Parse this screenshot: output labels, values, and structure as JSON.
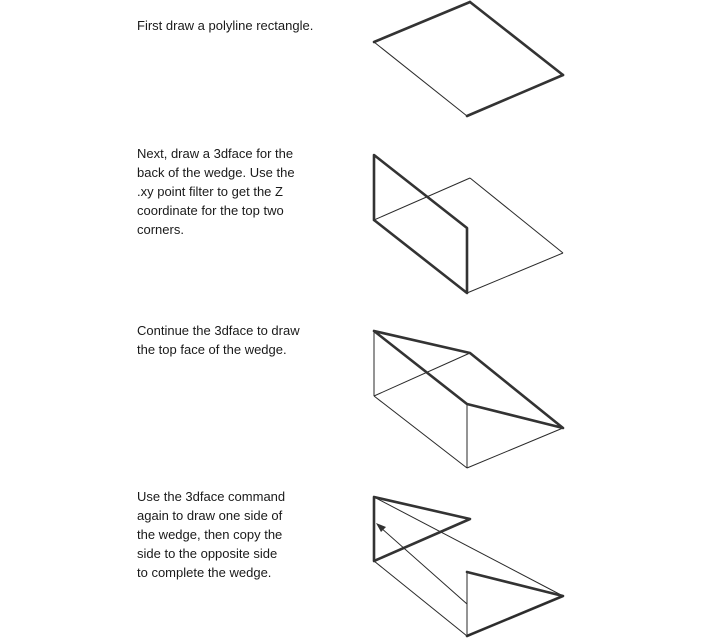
{
  "steps": [
    {
      "text": "First draw a polyline rectangle."
    },
    {
      "text": "Next, draw a 3dface for the\nback of the wedge. Use the\n.xy point filter to get the Z\ncoordinate for the top two\ncorners."
    },
    {
      "text": "Continue the 3dface to draw\nthe top face of the wedge."
    },
    {
      "text": "Use the 3dface command\nagain to draw one side of\nthe wedge, then copy the\nside to the opposite side\nto complete the wedge."
    }
  ],
  "colors": {
    "line": "#333333",
    "text": "#1a1a1a",
    "background": "#ffffff"
  }
}
